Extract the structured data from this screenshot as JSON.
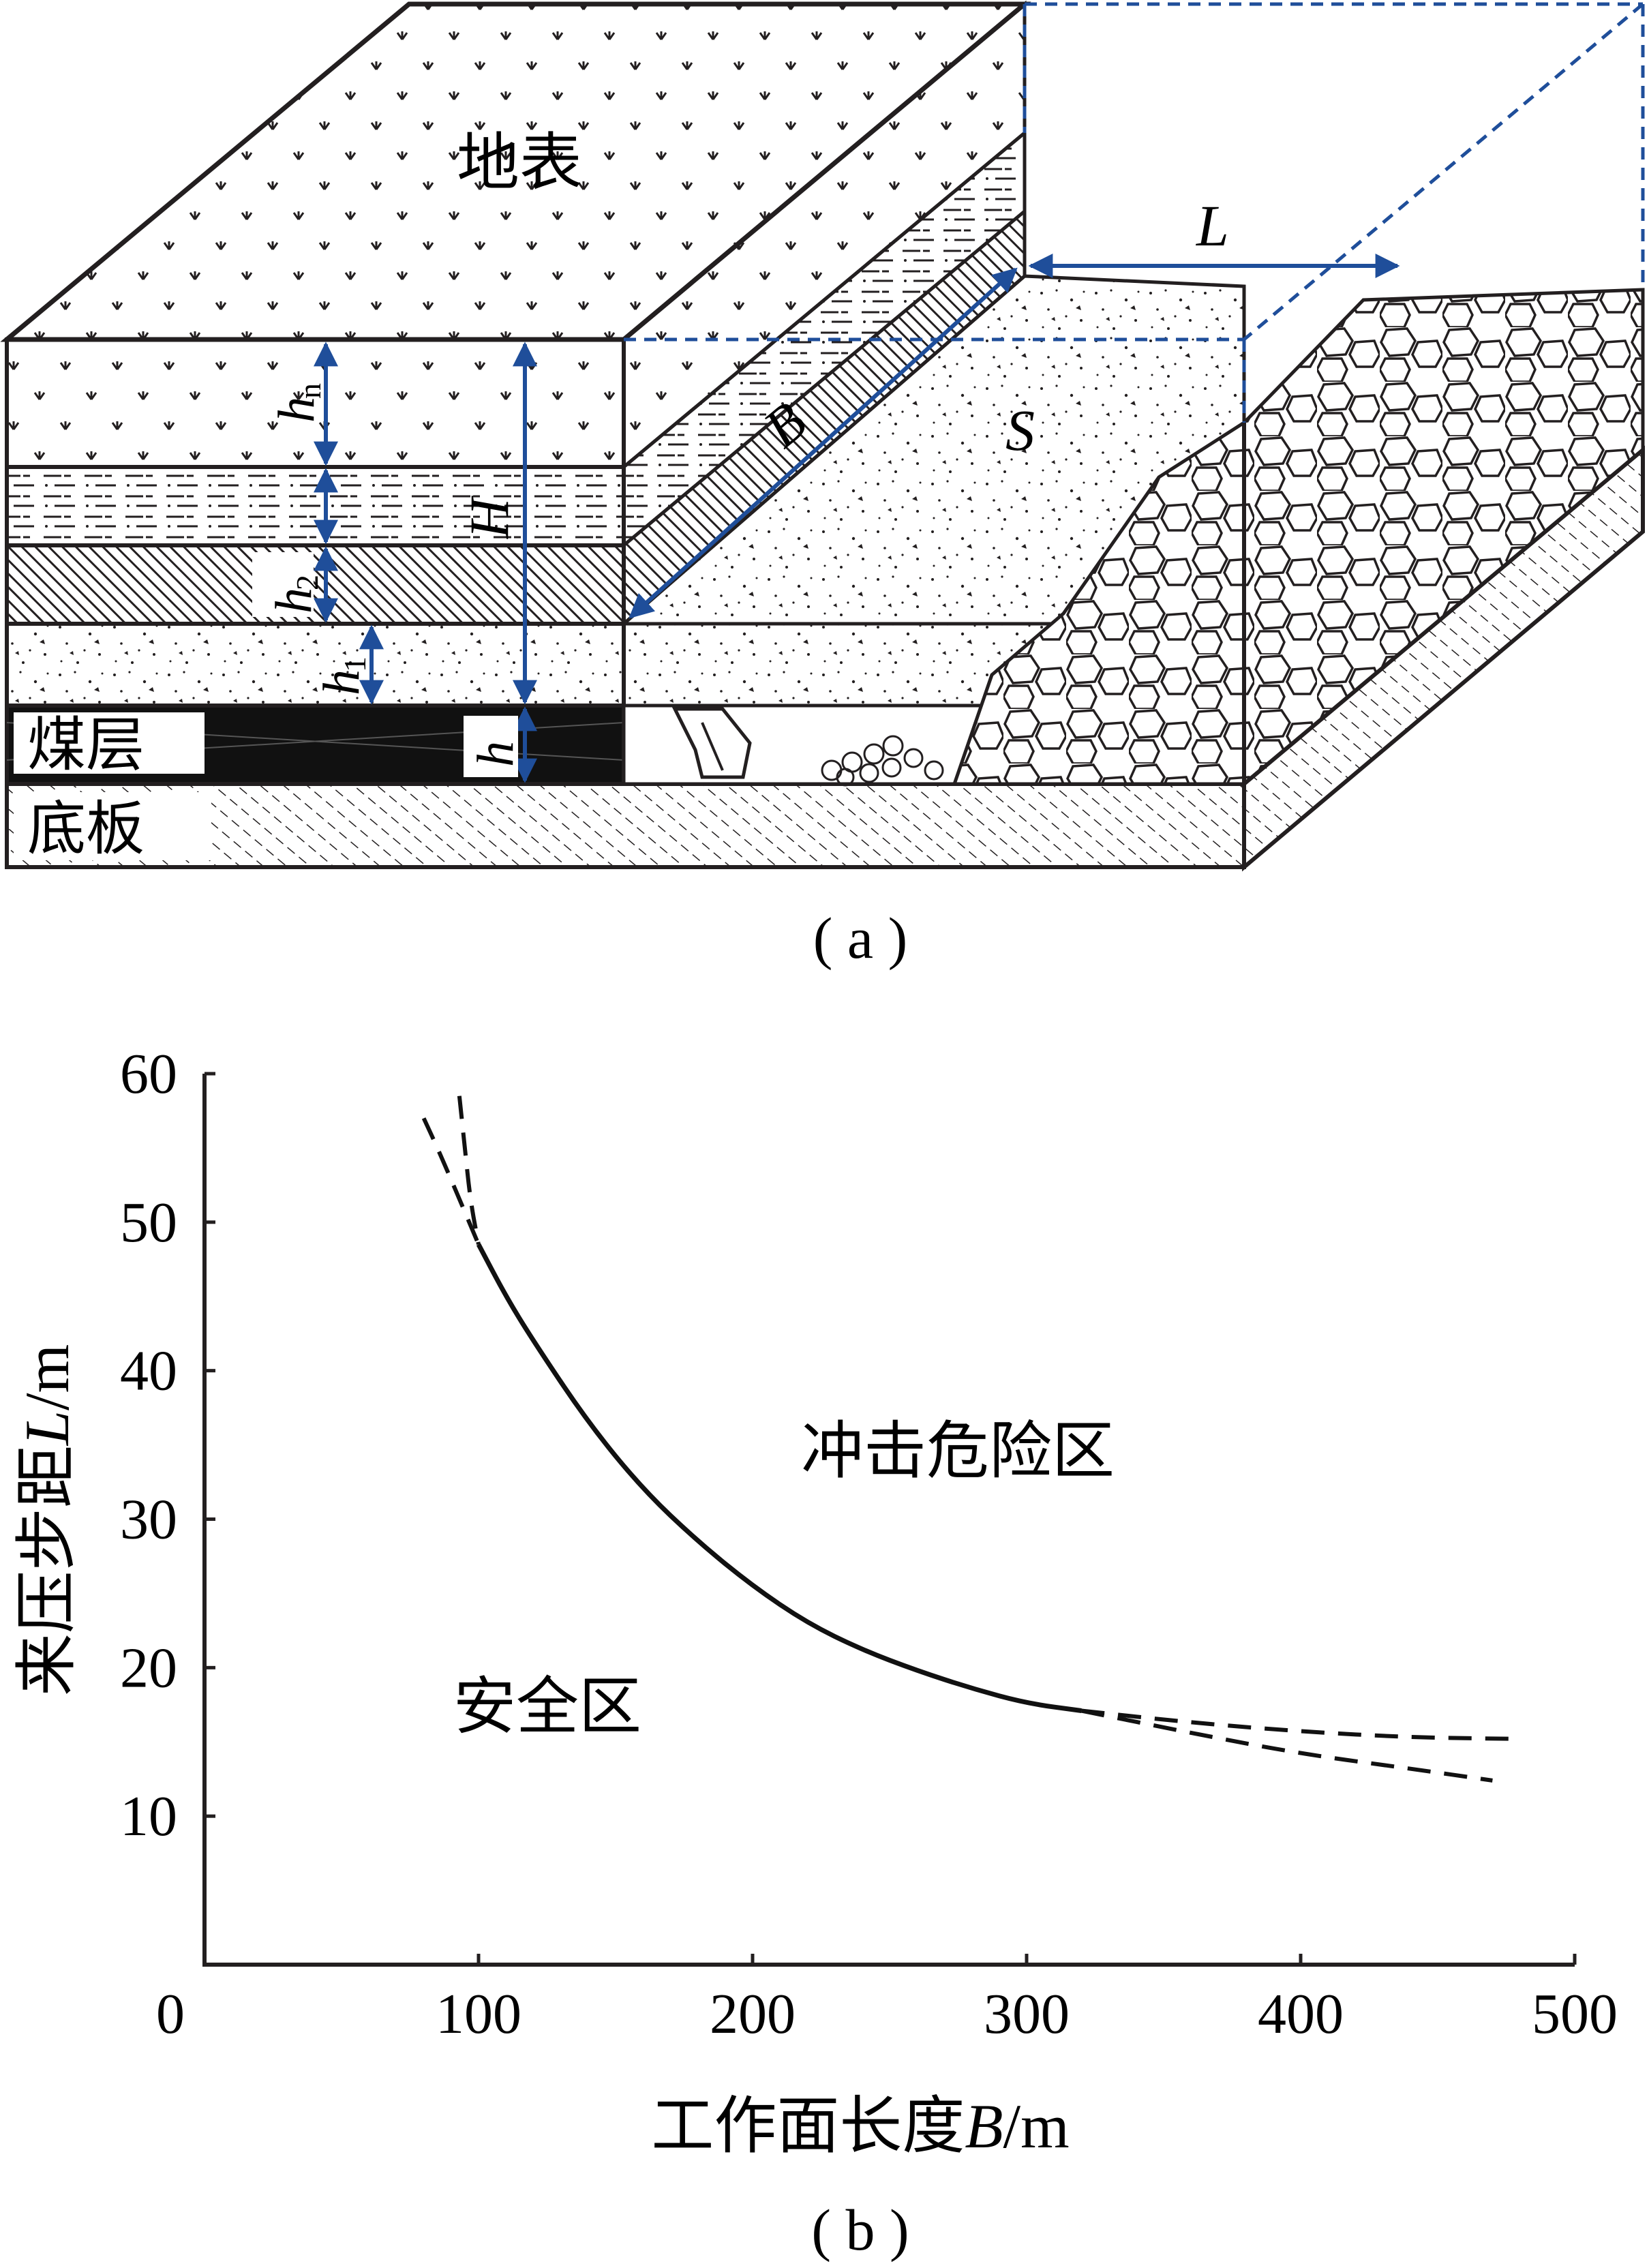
{
  "panel_a": {
    "caption": "( a )",
    "labels": {
      "surface": "地表",
      "coal_seam": "煤层",
      "floor": "底板",
      "h_n": "h",
      "h_n_sub": "n",
      "h_2": "h",
      "h_2_sub": "2",
      "h_1": "h",
      "h_1_sub": "1",
      "h": "h",
      "H": "H",
      "B": "B",
      "L": "L",
      "S": "S"
    },
    "colors": {
      "dimension": "#1f4e9a",
      "dashed_outline": "#1f4e9a",
      "lines": "#231f20"
    }
  },
  "panel_b": {
    "caption": "( b )",
    "region_labels": {
      "danger": "冲击危险区",
      "safe": "安全区"
    },
    "chart_data": {
      "type": "line",
      "xlabel_prefix": "工作面长度",
      "xlabel_var": "B",
      "xlabel_unit": "/m",
      "ylabel_prefix": "来压步距",
      "ylabel_var": "L",
      "ylabel_unit": "/m",
      "xlim": [
        0,
        500
      ],
      "ylim": [
        0,
        60
      ],
      "x_ticks": [
        "0",
        "100",
        "200",
        "300",
        "400",
        "500"
      ],
      "x_tick_values": [
        0,
        100,
        200,
        300,
        400,
        500
      ],
      "y_ticks": [
        "10",
        "20",
        "30",
        "40",
        "50",
        "60"
      ],
      "y_tick_values": [
        10,
        20,
        30,
        40,
        50,
        60
      ],
      "series": [
        {
          "style": "solid",
          "x": [
            100,
            110,
            120,
            140,
            160,
            180,
            200,
            220,
            240,
            260,
            280,
            300,
            320
          ],
          "y": [
            48.5,
            45,
            42,
            36.5,
            32,
            28.5,
            25.5,
            23,
            21.2,
            19.8,
            18.6,
            17.6,
            17.1
          ]
        },
        {
          "style": "dashed",
          "x": [
            80,
            85,
            92,
            100
          ],
          "y": [
            57,
            55,
            52,
            48.5
          ]
        },
        {
          "style": "dashed",
          "x": [
            93,
            95,
            97,
            100
          ],
          "y": [
            58.5,
            55,
            51.5,
            48.5
          ]
        },
        {
          "style": "dashed",
          "x": [
            320,
            360,
            400,
            440,
            480
          ],
          "y": [
            17.1,
            16.3,
            15.7,
            15.3,
            15.2
          ]
        },
        {
          "style": "dashed",
          "x": [
            320,
            360,
            400,
            440,
            470
          ],
          "y": [
            17.1,
            15.6,
            14.2,
            13.2,
            12.4
          ]
        }
      ]
    }
  }
}
